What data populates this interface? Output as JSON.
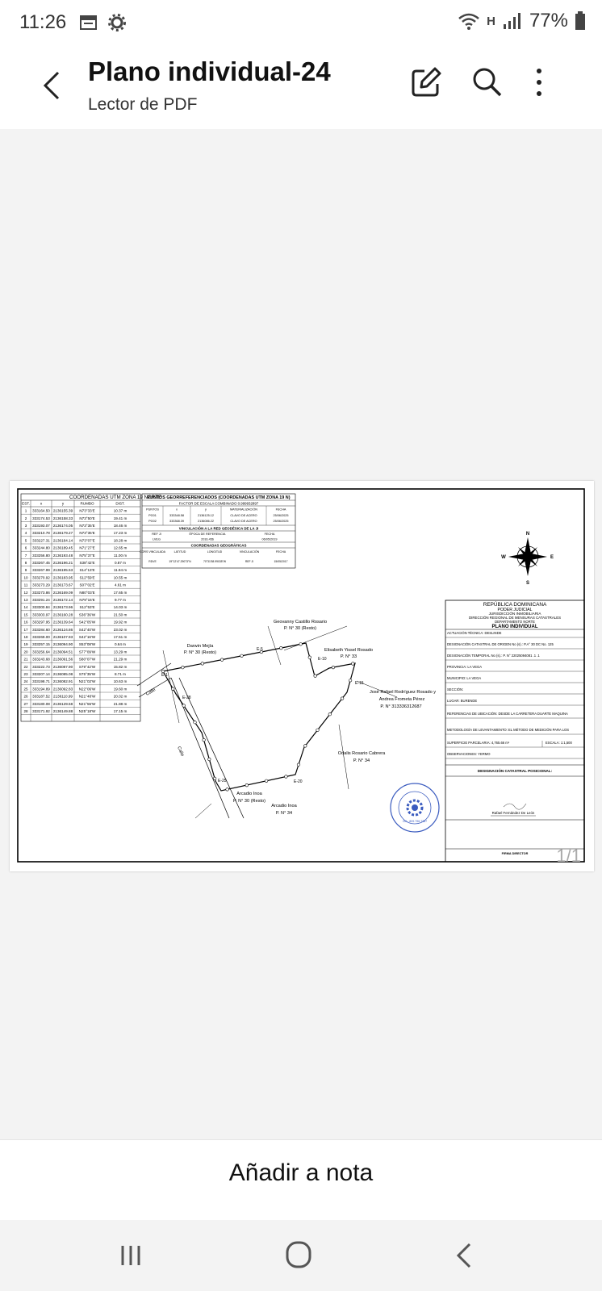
{
  "status": {
    "time": "11:26",
    "network": "H",
    "battery": "77%",
    "icons": [
      "calendar-icon",
      "gear-icon",
      "wifi-icon",
      "signal-icon",
      "battery-icon"
    ]
  },
  "header": {
    "title": "Plano individual-24",
    "subtitle": "Lector de PDF",
    "actions": [
      "edit-icon",
      "search-icon",
      "more-icon"
    ]
  },
  "document": {
    "page_indicator": "1/1",
    "coords_table": {
      "title": "COORDENADAS UTM ZONA 19 NORTE",
      "headers": [
        "EST.",
        "x",
        "y",
        "RUMBO",
        "DIST."
      ],
      "rows": [
        [
          "1",
          "333164.50",
          "2136155.39",
          "N73°33'E",
          "10.37 m"
        ],
        [
          "2",
          "333174.53",
          "2136158.33",
          "N73°50'E",
          "19.41 m"
        ],
        [
          "3",
          "333193.07",
          "2136174.05",
          "N73°35'E",
          "18.46 m"
        ],
        [
          "4",
          "333210.78",
          "2136179.27",
          "N73°35'E",
          "17.23 m"
        ],
        [
          "5",
          "333227.31",
          "2136184.14",
          "N73°07'E",
          "18.28 m"
        ],
        [
          "6",
          "333244.80",
          "2136189.45",
          "N71°27'E",
          "12.65 m"
        ],
        [
          "7",
          "333256.80",
          "2136193.48",
          "N75°37'E",
          "11.00 m"
        ],
        [
          "8",
          "333267.45",
          "2136196.21",
          "S38°42'E",
          "0.87 m"
        ],
        [
          "9",
          "333267.99",
          "2136195.53",
          "S14°13'E",
          "11.94 m"
        ],
        [
          "10",
          "333270.92",
          "2136183.95",
          "S12°59'E",
          "10.55 m"
        ],
        [
          "11",
          "333273.29",
          "2136173.67",
          "S07°02'E",
          "4.61 m"
        ],
        [
          "12",
          "333273.86",
          "2136169.09",
          "N80°03'E",
          "17.65 m"
        ],
        [
          "13",
          "333291.24",
          "2136172.14",
          "N79°16'E",
          "9.77 m"
        ],
        [
          "14",
          "333300.84",
          "2136173.96",
          "S12°53'E",
          "14.03 m"
        ],
        [
          "15",
          "333303.97",
          "2136160.28",
          "S36°36'W",
          "21.50 m"
        ],
        [
          "16",
          "333297.95",
          "2136139.64",
          "S42°05'W",
          "19.92 m"
        ],
        [
          "17",
          "333284.60",
          "2136124.86",
          "S42°40'W",
          "23.02 m"
        ],
        [
          "18",
          "333269.00",
          "2136107.93",
          "S42°16'W",
          "17.51 m"
        ],
        [
          "19",
          "333257.15",
          "2136094.90",
          "S53°08'W",
          "0.64 m"
        ],
        [
          "20",
          "333256.64",
          "2136094.51",
          "S77°09'W",
          "13.29 m"
        ],
        [
          "21",
          "333243.68",
          "2136091.56",
          "S80°07'W",
          "21.29 m"
        ],
        [
          "22",
          "333222.73",
          "2136087.90",
          "S79°42'W",
          "15.82 m"
        ],
        [
          "23",
          "333207.14",
          "2136085.08",
          "S75°35'W",
          "8.71 m"
        ],
        [
          "24",
          "333198.71",
          "2136082.91",
          "N21°02'W",
          "10.63 m"
        ],
        [
          "25",
          "333194.89",
          "2136092.83",
          "N22°06'W",
          "19.60 m"
        ],
        [
          "26",
          "333187.52",
          "2136110.99",
          "N21°48'W",
          "20.02 m"
        ],
        [
          "27",
          "333180.08",
          "2136129.58",
          "N21°55'W",
          "21.88 m"
        ],
        [
          "28",
          "333171.92",
          "2136149.88",
          "N25°18'W",
          "17.15 m"
        ]
      ]
    },
    "geo_table": {
      "title": "PUNTOS GEORREFERENCIADOS (COORDENADAS UTM ZONA 19 N)",
      "factor": "FACTOR DE ESCALA COMBINADO 0.999932897",
      "headers": [
        "PUNTOS",
        "x",
        "y",
        "MATERIALIZACIÓN",
        "FECHA"
      ],
      "rows": [
        [
          "PG01",
          "333348.58",
          "2136125.12",
          "CLAVO DE ACERO",
          "25/06/2025"
        ],
        [
          "PG02",
          "333368.39",
          "2136086.22",
          "CLAVO DE ACERO",
          "25/06/2025"
        ]
      ],
      "link_title": "VINCULACIÓN A LA RED GEODÉSICA DE LA JI",
      "link_headers": [
        "REF JI",
        "ÉPOCA DE REFERENCIA",
        "FECHA"
      ],
      "link_row": [
        "LVEG",
        "2016.456",
        "06/05/2019"
      ],
      "geo_title": "COORDENADAS GEOGRÁFICAS",
      "geo_headers": [
        "CORS VINCULADA",
        "LATITUD",
        "LONGITUD",
        "VINCULACIÓN",
        "FECHA"
      ],
      "geo_row": [
        "RDVE",
        "19°12'47.29073\"N",
        "70°31'58.99035\"W",
        "REF JI",
        "15/05/2017"
      ]
    },
    "compass": {
      "n": "N",
      "s": "S",
      "e": "E",
      "w": "W"
    },
    "plot_labels": {
      "giovanny": "Geovanny Castillo Rosario",
      "giovanny_p": "P. N° 30 (Resto)",
      "darwin": "Darwin Mejía",
      "darwin_p": "P. N° 30 (Resto)",
      "elisabeth": "Elisabeth Yissel Rosado",
      "elisabeth_p": "P. N° 33",
      "jose": "José Rafael Rodríguez Rosado y",
      "andrea": "Andrea Frometa Pérez",
      "jose_p": "P. N° 313336312687",
      "odalis": "Odalis Rosario Cabrera",
      "odalis_p": "P. N° 34",
      "arcadio1": "Arcadio Inoa",
      "arcadio1_p": "P. N° 30 (Resto)",
      "arcadio2": "Arcadio Inoa",
      "arcadio2_p": "P. N° 34",
      "calle": "Calle",
      "e1": "E-1",
      "e5": "E-5",
      "e10": "E-10",
      "e15": "E-15",
      "e20": "E-20",
      "e25": "E-25",
      "e28": "E-28"
    },
    "title_block": {
      "country": "REPÚBLICA DOMINICANA",
      "judicial": "PODER JUDICIAL",
      "jurisdiction": "JURISDICCIÓN INMOBILIARIA",
      "direction": "DIRECCIÓN REGIONAL DE MENSURAS CATASTRALES",
      "department": "DEPARTAMENTO NORTE",
      "plan": "PLANO INDIVIDUAL",
      "actuacion": "ACTUACIÓN TÉCNICA: DESLINDE",
      "designacion_origen": "DESIGNACIÓN CATASTRAL DE ORIGEN No (s).: P.A° 30 DC No. 125",
      "designacion_temporal": "DESIGNACIÓN TEMPORAL No (s).: P. N° 22025094081 .1 .1",
      "provincia": "PROVINCIA: LA VEGA",
      "municipio": "MUNICIPIO: LA VEGA",
      "seccion": "SECCIÓN:",
      "lugar": "LUGAR: BURENDE",
      "referencias": "REFERENCIAS DE UBICACIÓN: DESDE LA CARRETERA DUARTE MAQUINA",
      "metodologia": "METODOLOGÍA DE LEVANTAMIENTO: EL MÉTODO DE MEDICIÓN PARA LOS",
      "superficie": "SUPERFICIE PARCELARIA: 4,765.66 m²",
      "escala": "ESCALA: 1:1,500",
      "observaciones": "OBSERVACIONES: YERMO",
      "designacion_posicional": "DESIGNACIÓN CATASTRAL POSICIONAL:",
      "agrimensor": "Rafael Fernández De León",
      "firma": "FIRMA DIRECTOR",
      "seal_phone": "Cel.: 809.796.7287"
    }
  },
  "bottom": {
    "add_note": "Añadir a nota"
  },
  "nav": [
    "recents-icon",
    "home-icon",
    "back-icon"
  ],
  "colors": {
    "background": "#f3f3f3",
    "surface": "#ffffff",
    "text": "#111111",
    "seal": "#3a5bbf"
  }
}
